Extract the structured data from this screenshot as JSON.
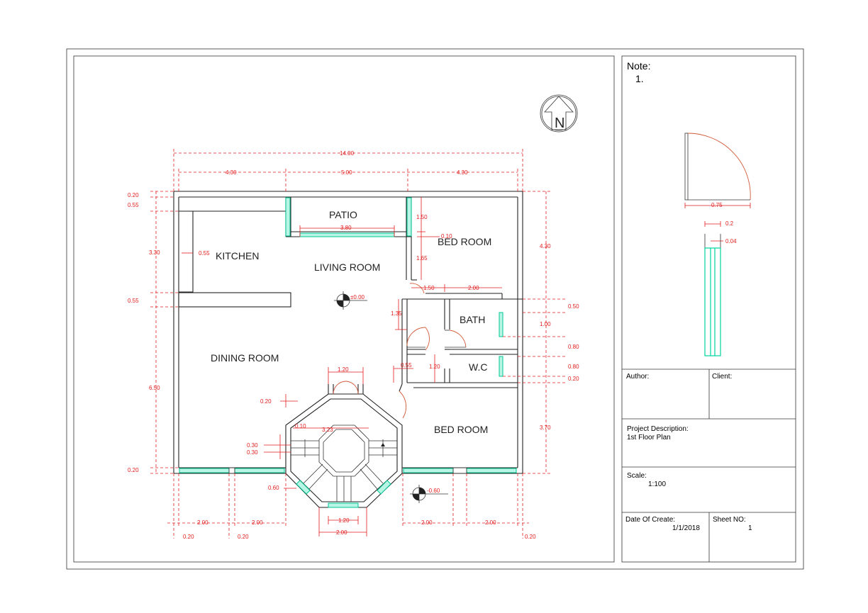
{
  "rooms": {
    "patio": "PATIO",
    "kitchen": "KITCHEN",
    "living_room": "LIVING ROOM",
    "bed_room_top": "BED ROOM",
    "bath": "BATH",
    "wc": "W.C",
    "dining_room": "DINING ROOM",
    "bed_room_bottom": "BED ROOM"
  },
  "levels": {
    "living": "±0.00",
    "outside": "-0.60"
  },
  "dimensions": {
    "overall": "14.00",
    "top_left": "4.30",
    "top_mid": "5.00",
    "top_right": "4.30",
    "left_020_top": "0.20",
    "left_055_top": "0.55",
    "left_330": "3.30",
    "left_055_bottom": "0.55",
    "left_650": "6.50",
    "left_020_bottom": "0.20",
    "kitchen_055": "0.55",
    "patio_380": "3.80",
    "patio_150": "1.50",
    "patio_010": "0.10",
    "bed_165": "1.65",
    "hall_150": "1.50",
    "hall_200": "2.00",
    "hall_135": "1.35",
    "right_430": "4.30",
    "right_050": "0.50",
    "right_100": "1.00",
    "right_080a": "0.80",
    "right_080b": "0.80",
    "right_020": "0.20",
    "right_370": "3.70",
    "wc_055": "0.55",
    "wc_120": "1.20",
    "door_120": "1.20",
    "oct_020": "0.20",
    "oct_010": "0.10",
    "oct_323": "3.23",
    "oct_030a": "0.30",
    "oct_030b": "0.30",
    "oct_060": "0.60",
    "oct_120": "1.20",
    "oct_200": "2.00",
    "bot_200a": "2.00",
    "bot_200b": "2.00",
    "bot_200c": "2.00",
    "bot_200d": "2.00",
    "bot_020a": "0.20",
    "bot_020b": "0.20",
    "bot_020c": "0.20"
  },
  "legend": {
    "door_width": "0.75",
    "win_02": "0.2",
    "win_004": "0.04"
  },
  "title_block": {
    "note_label": "Note:",
    "note_item": "1.",
    "author_label": "Author:",
    "client_label": "Client:",
    "project_label": "Project Description:",
    "project_value": "1st Floor Plan",
    "scale_label": "Scale:",
    "scale_value": "1:100",
    "date_label": "Date Of Create:",
    "date_value": "1/1/2018",
    "sheet_label": "Sheet NO:",
    "sheet_value": "1"
  },
  "north_label": "N",
  "colors": {
    "dimension": "#e21c1c",
    "window": "#00d4a0",
    "door_arc": "#d25a3a",
    "wall": "#222222"
  }
}
